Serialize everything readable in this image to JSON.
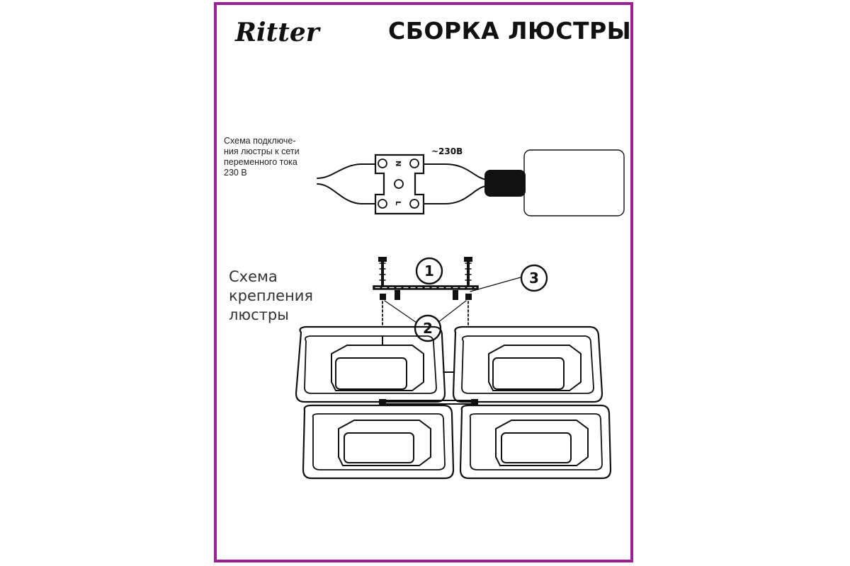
{
  "header": {
    "logo_text": "Ritter",
    "title": "СБОРКА ЛЮСТРЫ"
  },
  "wiring": {
    "caption_lines": [
      "Схема подключе-",
      "ния люстры к сети",
      "переменного тока",
      "230 В"
    ],
    "voltage_label": "~230В",
    "terminal_top": "N",
    "terminal_bottom": "L"
  },
  "mounting": {
    "caption_lines": [
      "Схема",
      "крепления",
      "люстры"
    ],
    "callouts": [
      "1",
      "2",
      "3"
    ]
  },
  "colors": {
    "frame": "#9b1f95",
    "ink": "#111111"
  }
}
